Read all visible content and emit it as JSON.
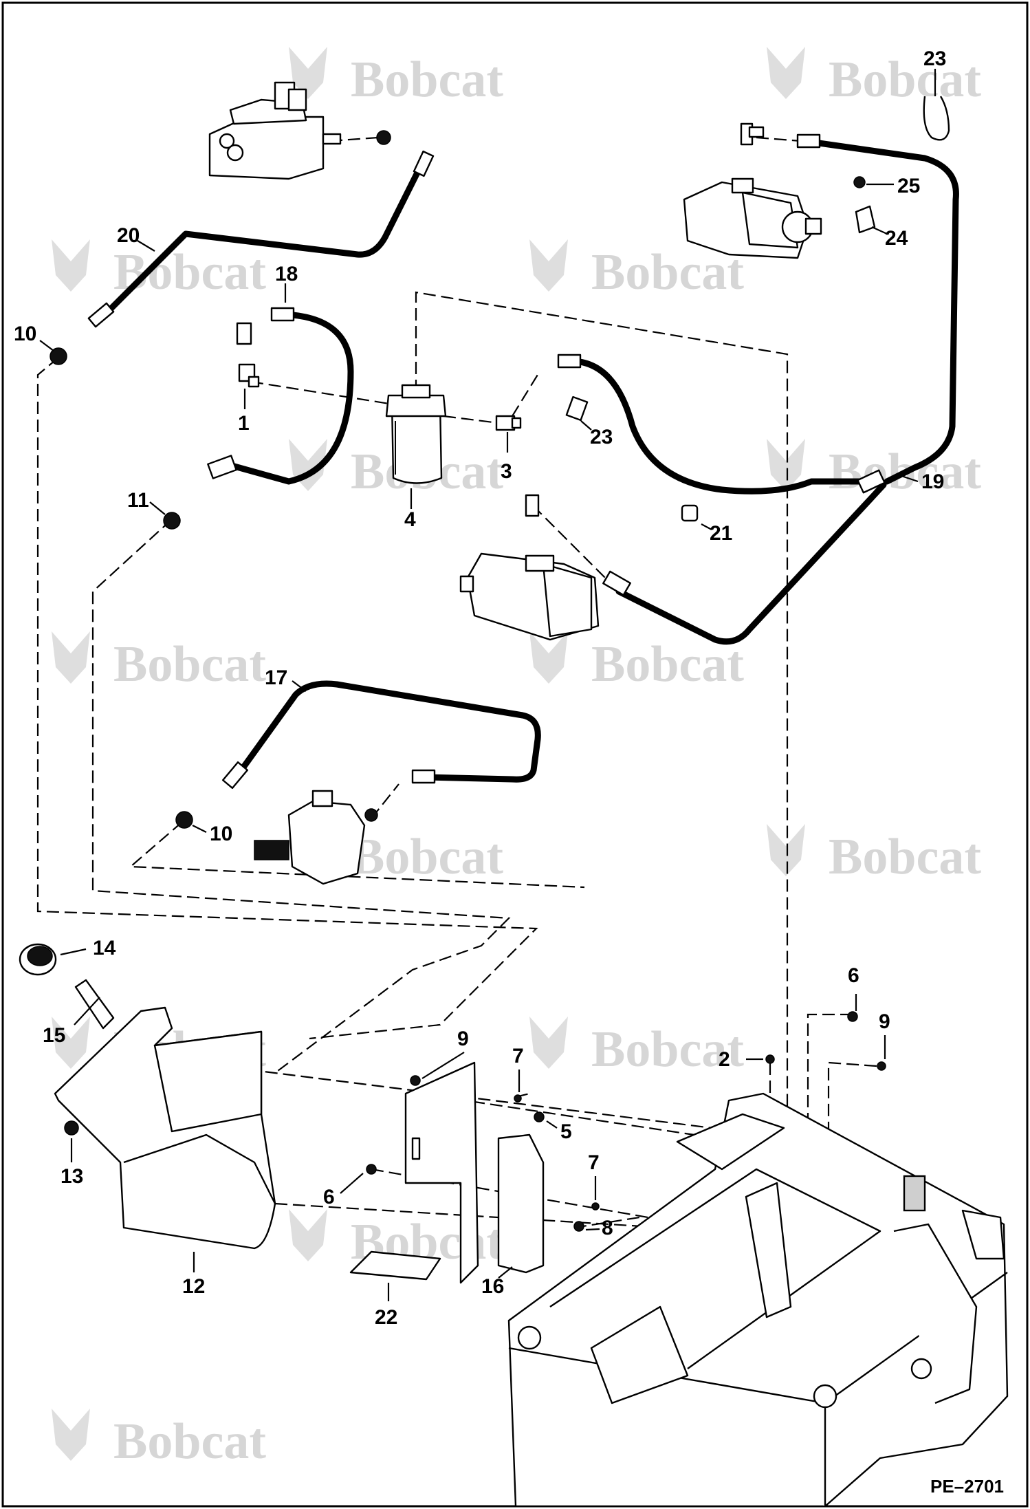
{
  "diagram": {
    "brand_watermark": "Bobcat",
    "drawing_code": "PE–2701",
    "callouts": [
      {
        "id": "c23a",
        "label": "23"
      },
      {
        "id": "c25",
        "label": "25"
      },
      {
        "id": "c24",
        "label": "24"
      },
      {
        "id": "c20",
        "label": "20"
      },
      {
        "id": "c18",
        "label": "18"
      },
      {
        "id": "c10a",
        "label": "10"
      },
      {
        "id": "c1",
        "label": "1"
      },
      {
        "id": "c23b",
        "label": "23"
      },
      {
        "id": "c3",
        "label": "3"
      },
      {
        "id": "c19",
        "label": "19"
      },
      {
        "id": "c11",
        "label": "11"
      },
      {
        "id": "c4",
        "label": "4"
      },
      {
        "id": "c21",
        "label": "21"
      },
      {
        "id": "c17",
        "label": "17"
      },
      {
        "id": "c10b",
        "label": "10"
      },
      {
        "id": "c14",
        "label": "14"
      },
      {
        "id": "c6a",
        "label": "6"
      },
      {
        "id": "c9a",
        "label": "9"
      },
      {
        "id": "c15",
        "label": "15"
      },
      {
        "id": "c9b",
        "label": "9"
      },
      {
        "id": "c2",
        "label": "2"
      },
      {
        "id": "c7a",
        "label": "7"
      },
      {
        "id": "c5",
        "label": "5"
      },
      {
        "id": "c13",
        "label": "13"
      },
      {
        "id": "c7b",
        "label": "7"
      },
      {
        "id": "c6b",
        "label": "6"
      },
      {
        "id": "c8",
        "label": "8"
      },
      {
        "id": "c12",
        "label": "12"
      },
      {
        "id": "c16",
        "label": "16"
      },
      {
        "id": "c22",
        "label": "22"
      }
    ]
  }
}
